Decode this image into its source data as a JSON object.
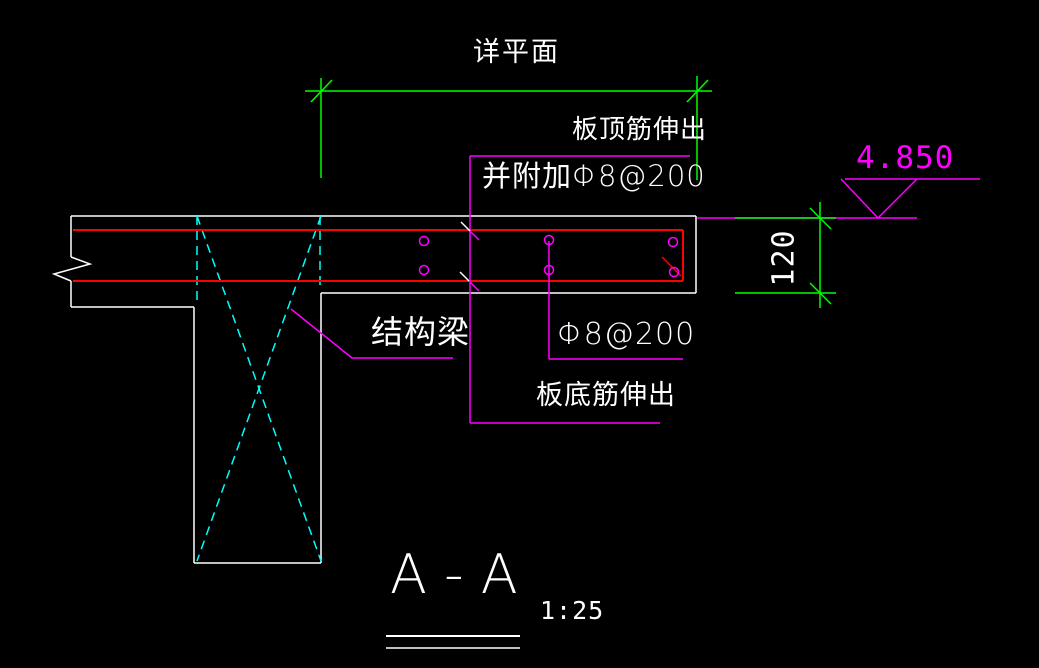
{
  "drawing": {
    "plan_ref": {
      "label": "详平面"
    },
    "top_rebar_note": {
      "line1": "板顶筋伸出",
      "line2": "并附加Φ8@200"
    },
    "bottom_rebar_note": {
      "spacing": "Φ8@200",
      "label": "板底筋伸出"
    },
    "beam_label": "结构梁",
    "elevation": {
      "value": "4.850"
    },
    "slab_thickness": {
      "value": "120"
    },
    "section": {
      "title": "A - A",
      "scale": "1:25"
    },
    "colors": {
      "background": "#000000",
      "outline": "#ffffff",
      "rebar": "#ff0000",
      "leader": "#ff00ff",
      "dimension": "#00ff00",
      "hidden_line": "#00ffff"
    }
  }
}
